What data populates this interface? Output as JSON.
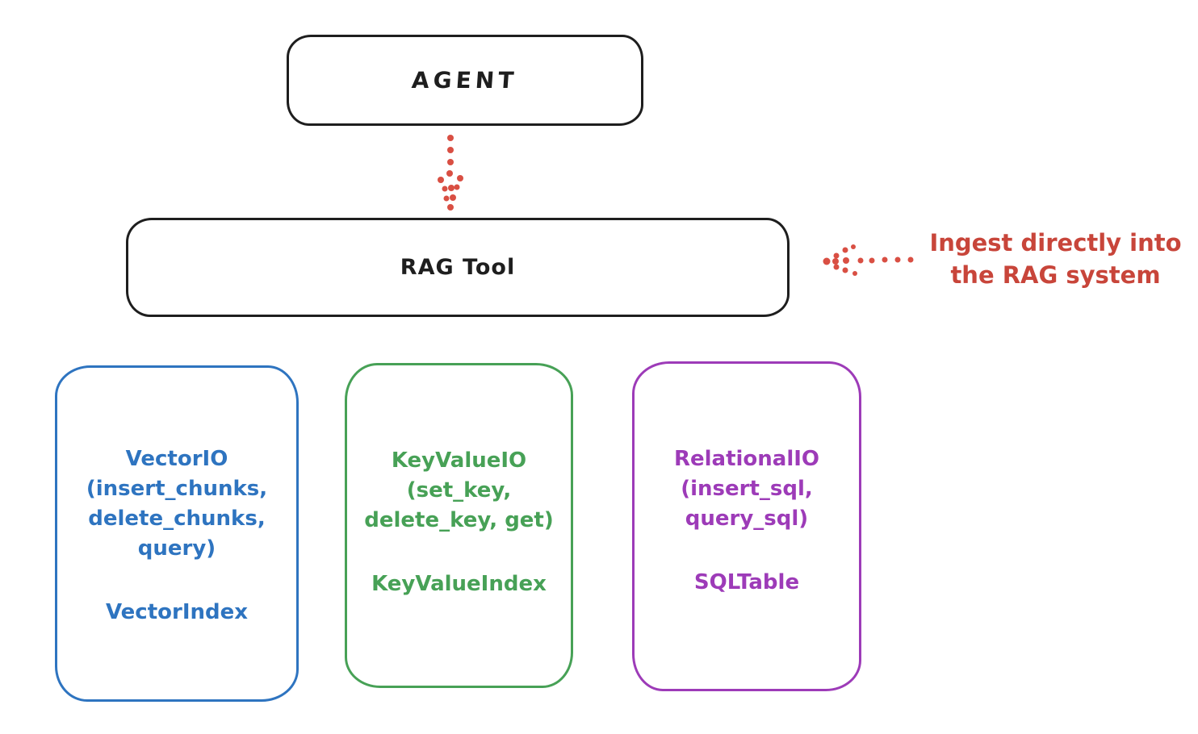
{
  "canvas": {
    "background": "#ffffff"
  },
  "agent_box": {
    "label": "AGENT",
    "border_color": "#1e1e1e"
  },
  "rag_tool_box": {
    "label": "RAG Tool",
    "border_color": "#1e1e1e"
  },
  "flow_arrow": {
    "color": "#d94f43",
    "style": "dotted",
    "direction": "down",
    "from": "agent_box",
    "to": "rag_tool_box"
  },
  "annotation": {
    "text_line1": "Ingest directly into",
    "text_line2": "the RAG system",
    "color": "#c8453a",
    "arrow_color": "#d94f43",
    "arrow_style": "dotted",
    "arrow_direction": "left",
    "points_to": "rag_tool_box"
  },
  "io_boxes": [
    {
      "id": "vector-io",
      "color": "#2e74c0",
      "lines": [
        "VectorIO",
        "(insert_chunks,",
        "delete_chunks,",
        "query)"
      ],
      "index_label": "VectorIndex"
    },
    {
      "id": "key-value-io",
      "color": "#47a156",
      "lines": [
        "KeyValueIO",
        "(set_key,",
        "delete_key, get)"
      ],
      "index_label": "KeyValueIndex"
    },
    {
      "id": "relational-io",
      "color": "#9d3bb8",
      "lines": [
        "RelationalIO",
        "(insert_sql,",
        "query_sql)"
      ],
      "index_label": "SQLTable"
    }
  ]
}
